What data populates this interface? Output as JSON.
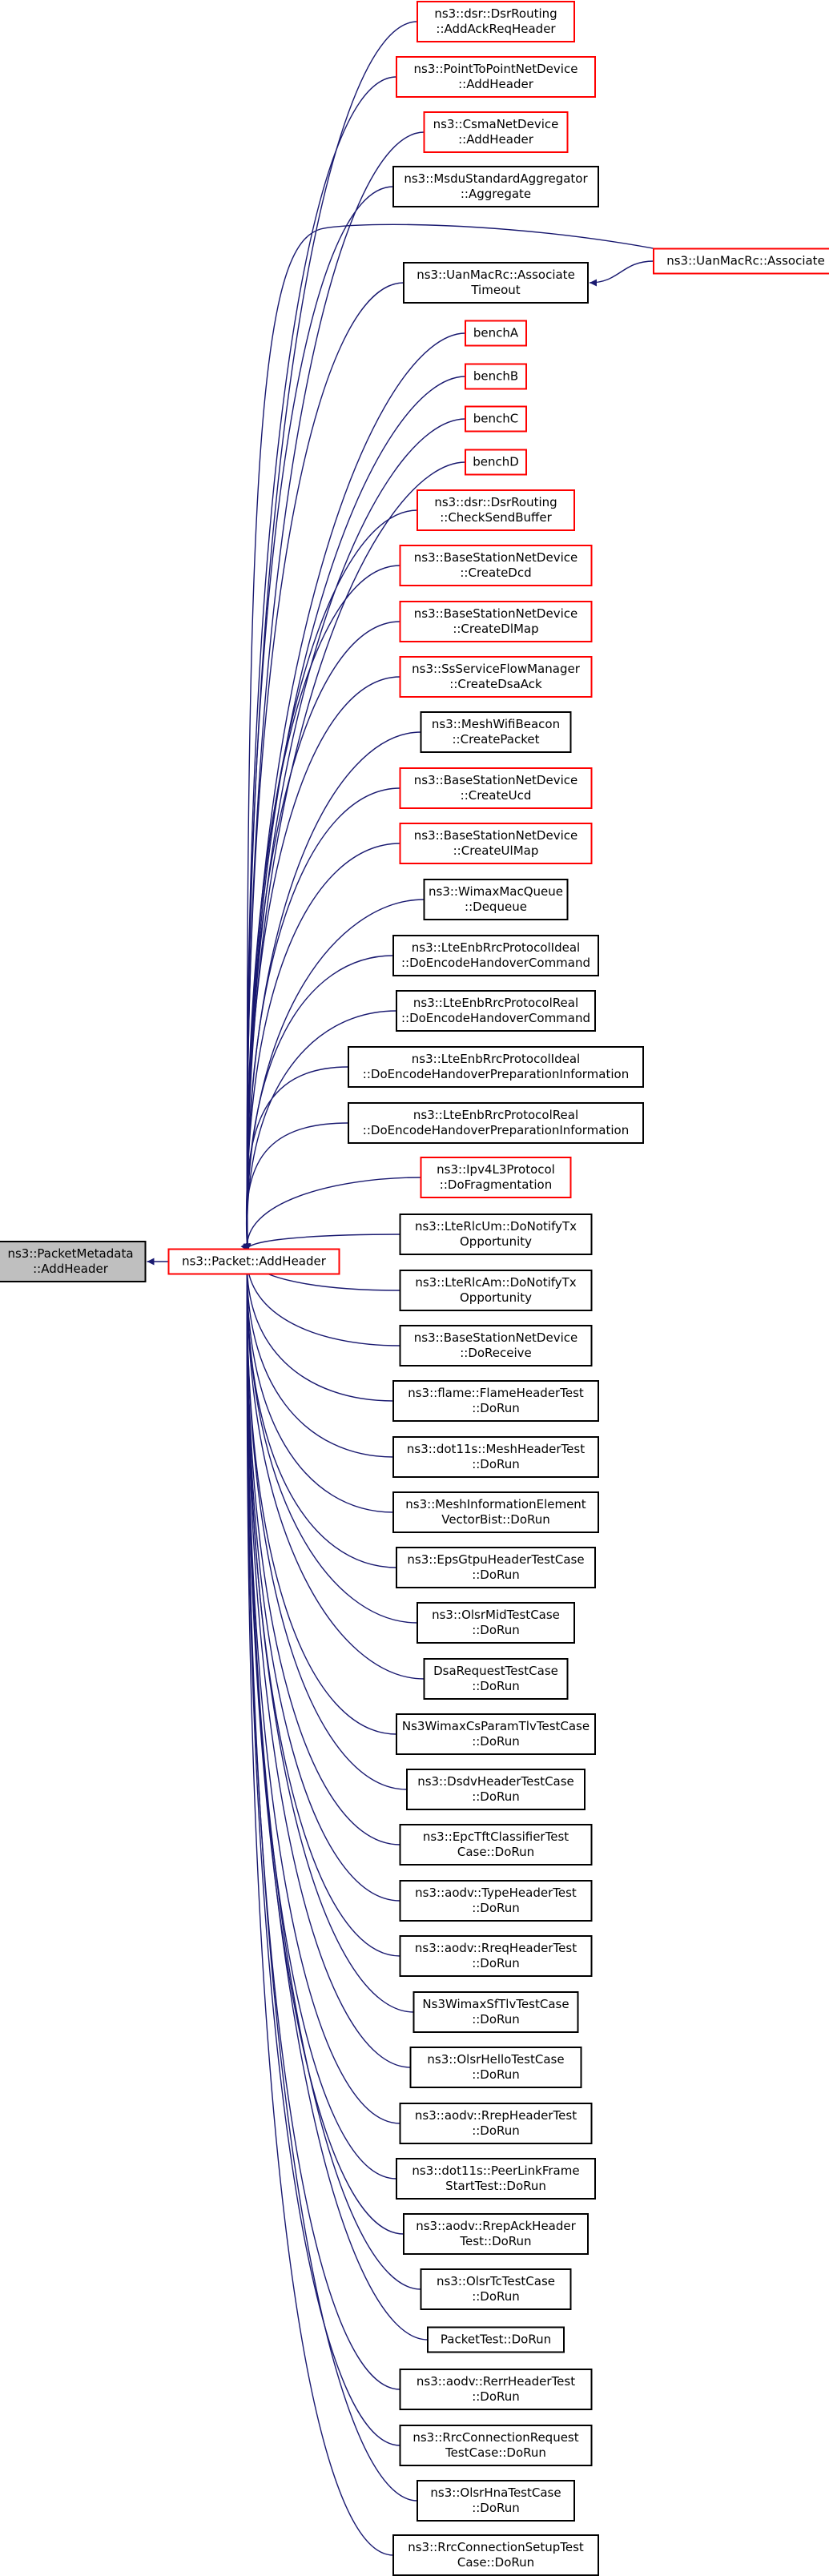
{
  "graph": {
    "root": {
      "id": "root",
      "lines": [
        "ns3::PacketMetadata",
        "::AddHeader"
      ],
      "style": "root"
    },
    "main": {
      "id": "main",
      "lines": [
        "ns3::Packet::AddHeader"
      ],
      "style": "red"
    },
    "extra": {
      "id": "uanassoc",
      "lines": [
        "ns3::UanMacRc::Associate"
      ],
      "style": "red"
    },
    "callers": [
      {
        "id": "c1",
        "lines": [
          "ns3::dsr::DsrRouting",
          "::AddAckReqHeader"
        ],
        "style": "red"
      },
      {
        "id": "c2",
        "lines": [
          "ns3::PointToPointNetDevice",
          "::AddHeader"
        ],
        "style": "red"
      },
      {
        "id": "c3",
        "lines": [
          "ns3::CsmaNetDevice",
          "::AddHeader"
        ],
        "style": "red"
      },
      {
        "id": "c4",
        "lines": [
          "ns3::MsduStandardAggregator",
          "::Aggregate"
        ],
        "style": "black"
      },
      {
        "id": "c5",
        "lines": [
          "ns3::UanMacRc::Associate",
          "Timeout"
        ],
        "style": "black"
      },
      {
        "id": "c6",
        "lines": [
          "benchA"
        ],
        "style": "red"
      },
      {
        "id": "c7",
        "lines": [
          "benchB"
        ],
        "style": "red"
      },
      {
        "id": "c8",
        "lines": [
          "benchC"
        ],
        "style": "red"
      },
      {
        "id": "c9",
        "lines": [
          "benchD"
        ],
        "style": "red"
      },
      {
        "id": "c10",
        "lines": [
          "ns3::dsr::DsrRouting",
          "::CheckSendBuffer"
        ],
        "style": "red"
      },
      {
        "id": "c11",
        "lines": [
          "ns3::BaseStationNetDevice",
          "::CreateDcd"
        ],
        "style": "red"
      },
      {
        "id": "c12",
        "lines": [
          "ns3::BaseStationNetDevice",
          "::CreateDlMap"
        ],
        "style": "red"
      },
      {
        "id": "c13",
        "lines": [
          "ns3::SsServiceFlowManager",
          "::CreateDsaAck"
        ],
        "style": "red"
      },
      {
        "id": "c14",
        "lines": [
          "ns3::MeshWifiBeacon",
          "::CreatePacket"
        ],
        "style": "black"
      },
      {
        "id": "c15",
        "lines": [
          "ns3::BaseStationNetDevice",
          "::CreateUcd"
        ],
        "style": "red"
      },
      {
        "id": "c16",
        "lines": [
          "ns3::BaseStationNetDevice",
          "::CreateUlMap"
        ],
        "style": "red"
      },
      {
        "id": "c17",
        "lines": [
          "ns3::WimaxMacQueue",
          "::Dequeue"
        ],
        "style": "black"
      },
      {
        "id": "c18",
        "lines": [
          "ns3::LteEnbRrcProtocolIdeal",
          "::DoEncodeHandoverCommand"
        ],
        "style": "black"
      },
      {
        "id": "c19",
        "lines": [
          "ns3::LteEnbRrcProtocolReal",
          "::DoEncodeHandoverCommand"
        ],
        "style": "black"
      },
      {
        "id": "c20",
        "lines": [
          "ns3::LteEnbRrcProtocolIdeal",
          "::DoEncodeHandoverPreparationInformation"
        ],
        "style": "black"
      },
      {
        "id": "c21",
        "lines": [
          "ns3::LteEnbRrcProtocolReal",
          "::DoEncodeHandoverPreparationInformation"
        ],
        "style": "black"
      },
      {
        "id": "c22",
        "lines": [
          "ns3::Ipv4L3Protocol",
          "::DoFragmentation"
        ],
        "style": "red"
      },
      {
        "id": "c23",
        "lines": [
          "ns3::LteRlcUm::DoNotifyTx",
          "Opportunity"
        ],
        "style": "black"
      },
      {
        "id": "c24",
        "lines": [
          "ns3::LteRlcAm::DoNotifyTx",
          "Opportunity"
        ],
        "style": "black"
      },
      {
        "id": "c25",
        "lines": [
          "ns3::BaseStationNetDevice",
          "::DoReceive"
        ],
        "style": "black"
      },
      {
        "id": "c26",
        "lines": [
          "ns3::flame::FlameHeaderTest",
          "::DoRun"
        ],
        "style": "black"
      },
      {
        "id": "c27",
        "lines": [
          "ns3::dot11s::MeshHeaderTest",
          "::DoRun"
        ],
        "style": "black"
      },
      {
        "id": "c28",
        "lines": [
          "ns3::MeshInformationElement",
          "VectorBist::DoRun"
        ],
        "style": "black"
      },
      {
        "id": "c29",
        "lines": [
          "ns3::EpsGtpuHeaderTestCase",
          "::DoRun"
        ],
        "style": "black"
      },
      {
        "id": "c30",
        "lines": [
          "ns3::OlsrMidTestCase",
          "::DoRun"
        ],
        "style": "black"
      },
      {
        "id": "c31",
        "lines": [
          "DsaRequestTestCase",
          "::DoRun"
        ],
        "style": "black"
      },
      {
        "id": "c32",
        "lines": [
          "Ns3WimaxCsParamTlvTestCase",
          "::DoRun"
        ],
        "style": "black"
      },
      {
        "id": "c33",
        "lines": [
          "ns3::DsdvHeaderTestCase",
          "::DoRun"
        ],
        "style": "black"
      },
      {
        "id": "c34",
        "lines": [
          "ns3::EpcTftClassifierTest",
          "Case::DoRun"
        ],
        "style": "black"
      },
      {
        "id": "c35",
        "lines": [
          "ns3::aodv::TypeHeaderTest",
          "::DoRun"
        ],
        "style": "black"
      },
      {
        "id": "c36",
        "lines": [
          "ns3::aodv::RreqHeaderTest",
          "::DoRun"
        ],
        "style": "black"
      },
      {
        "id": "c37",
        "lines": [
          "Ns3WimaxSfTlvTestCase",
          "::DoRun"
        ],
        "style": "black"
      },
      {
        "id": "c38",
        "lines": [
          "ns3::OlsrHelloTestCase",
          "::DoRun"
        ],
        "style": "black"
      },
      {
        "id": "c39",
        "lines": [
          "ns3::aodv::RrepHeaderTest",
          "::DoRun"
        ],
        "style": "black"
      },
      {
        "id": "c40",
        "lines": [
          "ns3::dot11s::PeerLinkFrame",
          "StartTest::DoRun"
        ],
        "style": "black"
      },
      {
        "id": "c41",
        "lines": [
          "ns3::aodv::RrepAckHeader",
          "Test::DoRun"
        ],
        "style": "black"
      },
      {
        "id": "c42",
        "lines": [
          "ns3::OlsrTcTestCase",
          "::DoRun"
        ],
        "style": "black"
      },
      {
        "id": "c43",
        "lines": [
          "PacketTest::DoRun"
        ],
        "style": "black"
      },
      {
        "id": "c44",
        "lines": [
          "ns3::aodv::RerrHeaderTest",
          "::DoRun"
        ],
        "style": "black"
      },
      {
        "id": "c45",
        "lines": [
          "ns3::RrcConnectionRequest",
          "TestCase::DoRun"
        ],
        "style": "black"
      },
      {
        "id": "c46",
        "lines": [
          "ns3::OlsrHnaTestCase",
          "::DoRun"
        ],
        "style": "black"
      },
      {
        "id": "c47",
        "lines": [
          "ns3::RrcConnectionSetupTest",
          "Case::DoRun"
        ],
        "style": "black"
      }
    ],
    "edges": [
      {
        "from": "main",
        "to": "root"
      },
      {
        "from": "uanassoc",
        "to": "c5"
      },
      {
        "from": "uanassoc",
        "to": "main"
      }
    ],
    "colors": {
      "edge": "#191970",
      "red_border": "#ff0000",
      "black_border": "#000000",
      "root_fill": "#bfbfbf"
    }
  }
}
